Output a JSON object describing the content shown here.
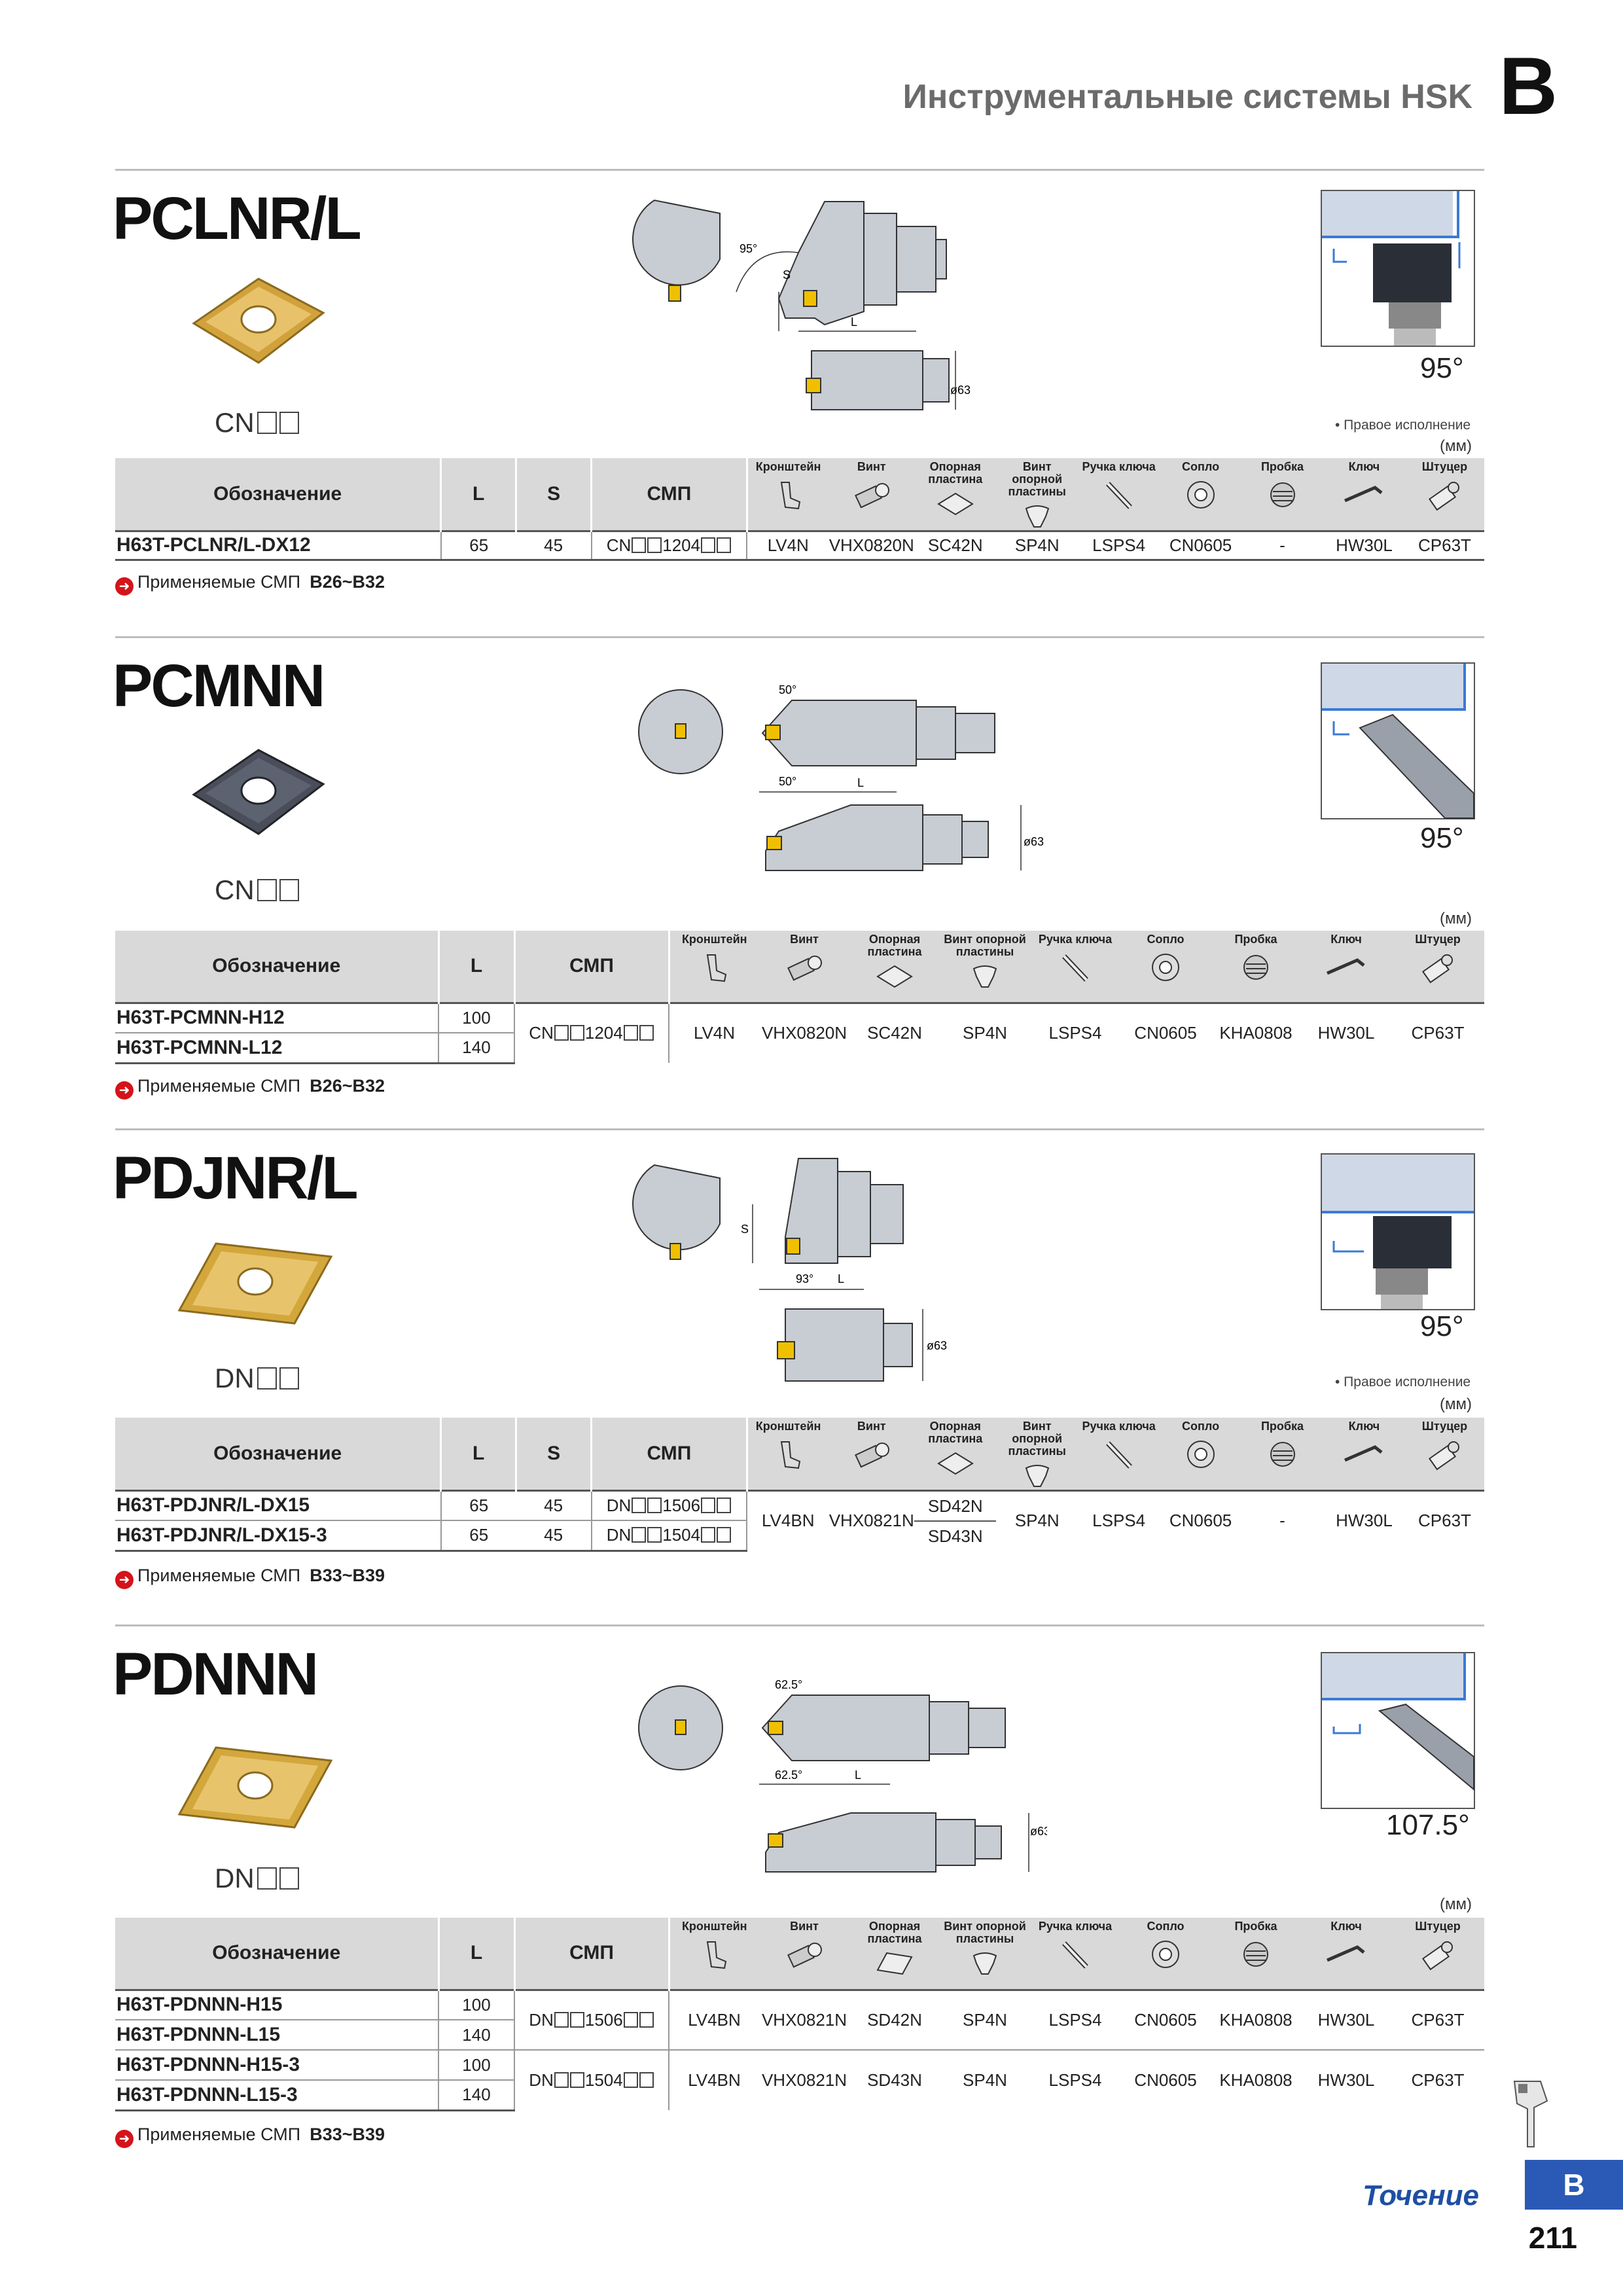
{
  "header": {
    "title": "Инструментальные системы HSK",
    "letter": "B"
  },
  "columns": {
    "designation": "Обозначение",
    "L": "L",
    "S": "S",
    "insert": "СМП"
  },
  "accessories": [
    "Кронштейн",
    "Винт",
    "Опорная пластина",
    "Винт опорной пластины",
    "Ручка ключа",
    "Сопло",
    "Пробка",
    "Ключ",
    "Штуцер"
  ],
  "units": "(мм)",
  "right_hand": "• Правое исполнение",
  "applicable_label": "Применяемые СМП",
  "sections": [
    {
      "title": "PCLNR/L",
      "insert_prefix": "CN",
      "angle": "95°",
      "applicable_pages": "B26~B32",
      "rows": [
        {
          "code": "H63T-PCLNR/L-DX12",
          "L": "65",
          "S": "45",
          "insert": "1204",
          "acc": [
            "LV4N",
            "VHX0820N",
            "SC42N",
            "SP4N",
            "LSPS4",
            "CN0605",
            "-",
            "HW30L",
            "CP63T"
          ]
        }
      ]
    },
    {
      "title": "PCMNN",
      "insert_prefix": "CN",
      "angle": "95°",
      "applicable_pages": "B26~B32",
      "rows": [
        {
          "code": "H63T-PCMNN-H12",
          "L": "100"
        },
        {
          "code": "H63T-PCMNN-L12",
          "L": "140"
        }
      ],
      "insert": "1204",
      "acc": [
        "LV4N",
        "VHX0820N",
        "SC42N",
        "SP4N",
        "LSPS4",
        "CN0605",
        "KHA0808",
        "HW30L",
        "CP63T"
      ]
    },
    {
      "title": "PDJNR/L",
      "insert_prefix": "DN",
      "angle": "95°",
      "applicable_pages": "B33~B39",
      "rows": [
        {
          "code": "H63T-PDJNR/L-DX15",
          "L": "65",
          "S": "45",
          "insert": "1506",
          "plate": "SD42N"
        },
        {
          "code": "H63T-PDJNR/L-DX15-3",
          "L": "65",
          "S": "45",
          "insert": "1504",
          "plate": "SD43N"
        }
      ],
      "acc": [
        "LV4BN",
        "VHX0821N",
        "SP4N",
        "LSPS4",
        "CN0605",
        "-",
        "HW30L",
        "CP63T"
      ]
    },
    {
      "title": "PDNNN",
      "insert_prefix": "DN",
      "angle": "107.5°",
      "applicable_pages": "B33~B39",
      "groups": [
        {
          "insert": "1506",
          "acc": [
            "LV4BN",
            "VHX0821N",
            "SD42N",
            "SP4N",
            "LSPS4",
            "CN0605",
            "KHA0808",
            "HW30L",
            "CP63T"
          ],
          "rows": [
            {
              "code": "H63T-PDNNN-H15",
              "L": "100"
            },
            {
              "code": "H63T-PDNNN-L15",
              "L": "140"
            }
          ]
        },
        {
          "insert": "1504",
          "acc": [
            "LV4BN",
            "VHX0821N",
            "SD43N",
            "SP4N",
            "LSPS4",
            "CN0605",
            "KHA0808",
            "HW30L",
            "CP63T"
          ],
          "rows": [
            {
              "code": "H63T-PDNNN-H15-3",
              "L": "100"
            },
            {
              "code": "H63T-PDNNN-L15-3",
              "L": "140"
            }
          ]
        }
      ]
    }
  ],
  "drawing_labels": {
    "a95": "95°",
    "a50": "50°",
    "a93": "93°",
    "a625": "62.5°",
    "s": "S",
    "l": "L",
    "d63": "ø63"
  },
  "footer": {
    "section": "Точение",
    "tab": "B",
    "page": "211"
  }
}
